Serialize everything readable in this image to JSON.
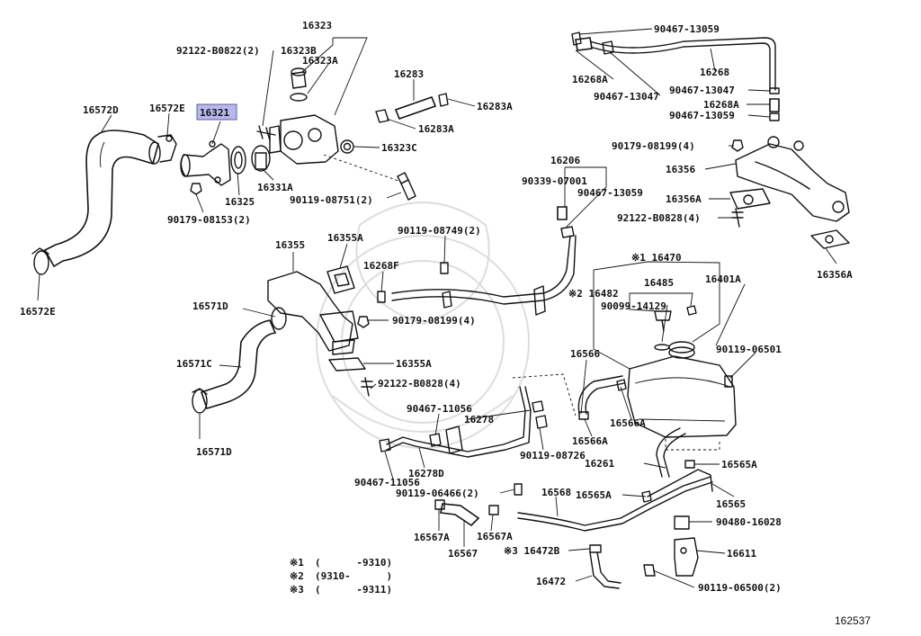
{
  "diagram_id": "162537",
  "highlighted_part": "16321",
  "labels": {
    "p16323": "16323",
    "p92122_b0822": "92122-B0822(2)",
    "p16323b": "16323B",
    "p16323a": "16323A",
    "p16283": "16283",
    "p16283a_1": "16283A",
    "p16283a_2": "16283A",
    "p90467_13059_a": "90467-13059",
    "p16268a_a": "16268A",
    "p16268": "16268",
    "p90467_13047_a": "90467-13047",
    "p90467_13047_b": "90467-13047",
    "p16268a_b": "16268A",
    "p90467_13059_b": "90467-13059",
    "p16572d": "16572D",
    "p16572e_top": "16572E",
    "p16321": "16321",
    "p16323c": "16323C",
    "p90179_08199_4a": "90179-08199(4)",
    "p16356": "16356",
    "p16325": "16325",
    "p16331a": "16331A",
    "p90119_08751": "90119-08751(2)",
    "p90179_08153": "90179-08153(2)",
    "p16206": "16206",
    "p90339_07001": "90339-07001",
    "p90467_13059_c": "90467-13059",
    "p16356a_a": "16356A",
    "p92122_b0828_4a": "92122-B0828(4)",
    "p16355": "16355",
    "p16355a_a": "16355A",
    "p90119_08749": "90119-08749(2)",
    "p16268f": "16268F",
    "p16356a_b": "16356A",
    "p16572e_bot": "16572E",
    "p16470": "※1 16470",
    "p16482": "※2 16482",
    "p16485": "16485",
    "p16401a": "16401A",
    "p16571d_a": "16571D",
    "p90099_14129": "90099-14129",
    "p90179_08199_4b": "90179-08199(4)",
    "p16566": "16566",
    "p90119_06501": "90119-06501",
    "p16571c": "16571C",
    "p16355a_b": "16355A",
    "p92122_b0828_4b": "92122-B0828(4)",
    "p90467_11056_a": "90467-11056",
    "p16278": "16278",
    "p16566a_a": "16566A",
    "p16566a_b": "16566A",
    "p16571d_b": "16571D",
    "p90119_08726": "90119-08726",
    "p16261": "16261",
    "p16565a_a": "16565A",
    "p16278d": "16278D",
    "p90467_11056_b": "90467-11056",
    "p90119_06466": "90119-06466(2)",
    "p16568": "16568",
    "p16565a_b": "16565A",
    "p16565": "16565",
    "p90480_16028": "90480-16028",
    "p16567a_a": "16567A",
    "p16567a_b": "16567A",
    "p16567": "16567",
    "p16472b": "※3 16472B",
    "p16611": "16611",
    "p16472": "16472",
    "p90119_06500": "90119-06500(2)"
  },
  "legend": [
    {
      "mark": "※1",
      "range": "(      -9310)"
    },
    {
      "mark": "※2",
      "range": "(9310-      )"
    },
    {
      "mark": "※3",
      "range": "(      -9311)"
    }
  ]
}
